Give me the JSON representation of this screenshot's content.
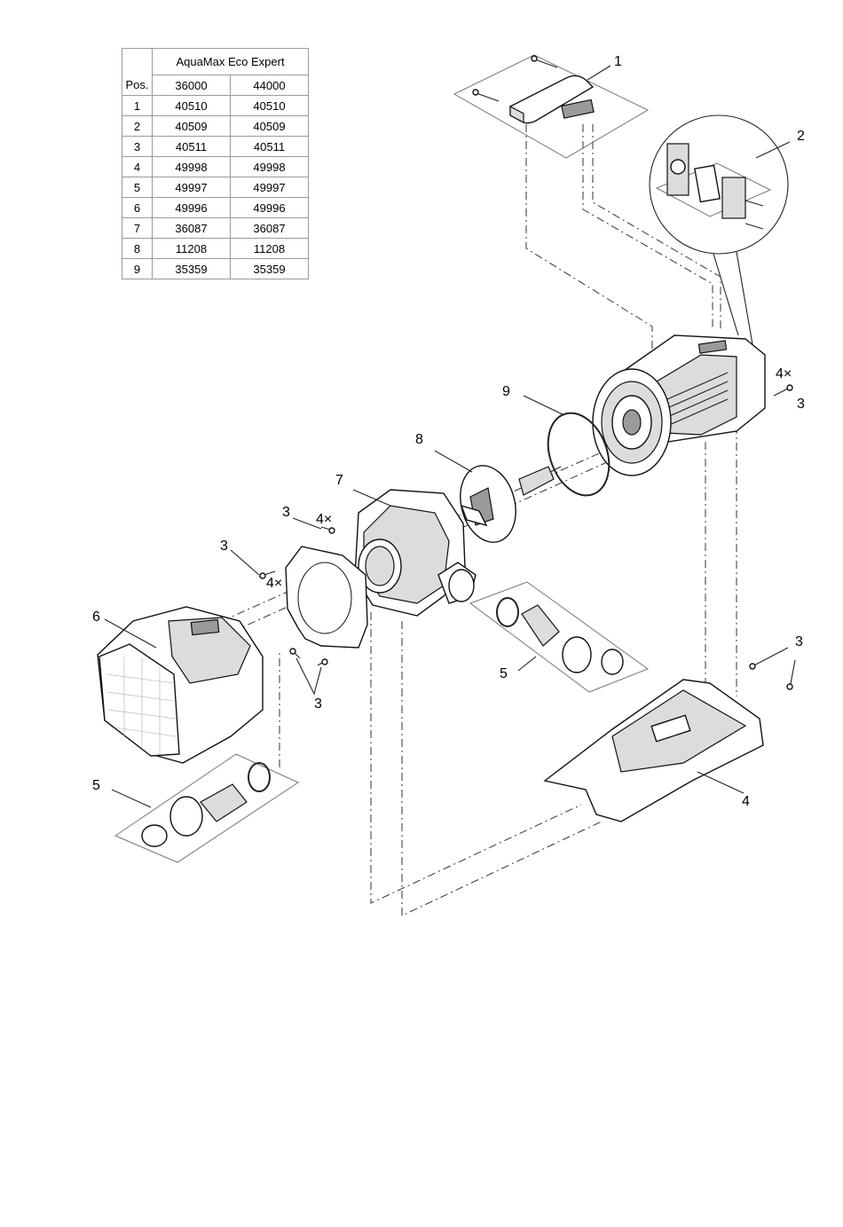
{
  "table": {
    "model_header": "AquaMax Eco Expert",
    "pos_header": "Pos.",
    "variants": [
      "36000",
      "44000"
    ],
    "rows": [
      {
        "pos": "1",
        "a": "40510",
        "b": "40510"
      },
      {
        "pos": "2",
        "a": "40509",
        "b": "40509"
      },
      {
        "pos": "3",
        "a": "40511",
        "b": "40511"
      },
      {
        "pos": "4",
        "a": "49998",
        "b": "49998"
      },
      {
        "pos": "5",
        "a": "49997",
        "b": "49997"
      },
      {
        "pos": "6",
        "a": "49996",
        "b": "49996"
      },
      {
        "pos": "7",
        "a": "36087",
        "b": "36087"
      },
      {
        "pos": "8",
        "a": "11208",
        "b": "11208"
      },
      {
        "pos": "9",
        "a": "35359",
        "b": "35359"
      }
    ]
  },
  "callouts": {
    "handle": "1",
    "cable_clamp": "2",
    "screw_motor": "3",
    "screw_motor_qty": "4×",
    "screw_housing": "3",
    "screw_housing_qty": "4×",
    "screw_flange": "3",
    "screw_flange_qty": "4×",
    "screw_flange_bottom": "3",
    "screw_base": "3",
    "base": "4",
    "hose_kit_right": "5",
    "hose_kit_left": "5",
    "filter_basket": "6",
    "pump_housing": "7",
    "rotor": "8",
    "o_ring": "9"
  }
}
